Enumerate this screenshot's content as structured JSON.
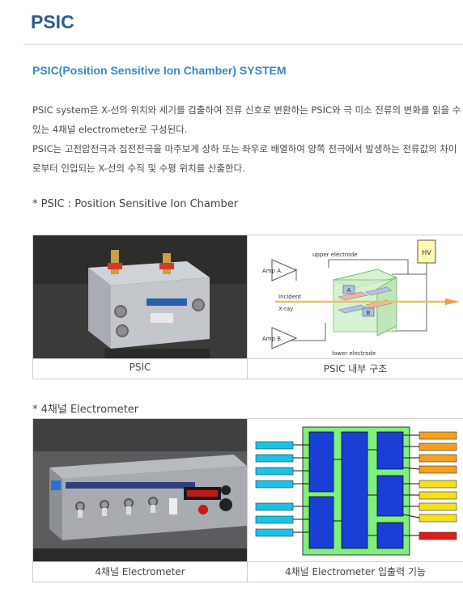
{
  "page": {
    "title": "PSIC",
    "section_heading": "PSIC(Position Sensitive Ion Chamber) SYSTEM",
    "paragraph1": "PSIC system은 X-선의 위치와 세기를 검출하여 전류 신호로 변환하는 PSIC와 극 미소 전류의 변화를 읽을 수 있는 4채널 electrometer로 구성된다.",
    "paragraph2": "PSIC는 고전압전극과 집전전극을 마주보게 상하 또는 좌우로 배열하여 양쪽 전극에서 발생하는 전류값의 차이로부터 인입되는 X-선의 수직 및 수평 위치를 산출한다.",
    "note": "* PSIC : Position Sensitive Ion Chamber",
    "subheading": "* 4채널 Electrometer"
  },
  "figures": {
    "psic_caption": "PSIC",
    "psic_structure_caption": "PSIC 내부 구조",
    "electrometer_caption": "4채널 Electrometer",
    "electrometer_io_caption": "4채널 Electrometer 입출력 기능"
  },
  "diagram": {
    "upper_electrode": "upper electrode",
    "lower_electrode": "lower electrode",
    "hv": "HV",
    "amp_a": "Amp A.",
    "amp_b": "Amp B.",
    "incident": "Incident",
    "xray": "X-ray",
    "label_a": "A",
    "label_b": "B"
  },
  "colors": {
    "title": "#2f5b8f",
    "heading": "#3a86c8",
    "block_blue": "#1a3fd6",
    "board_green": "#7ef07e",
    "input_cyan": "#19c3e8",
    "output_orange": "#f5a020",
    "output_yellow": "#f5e01a",
    "output_red": "#e41b1b"
  }
}
